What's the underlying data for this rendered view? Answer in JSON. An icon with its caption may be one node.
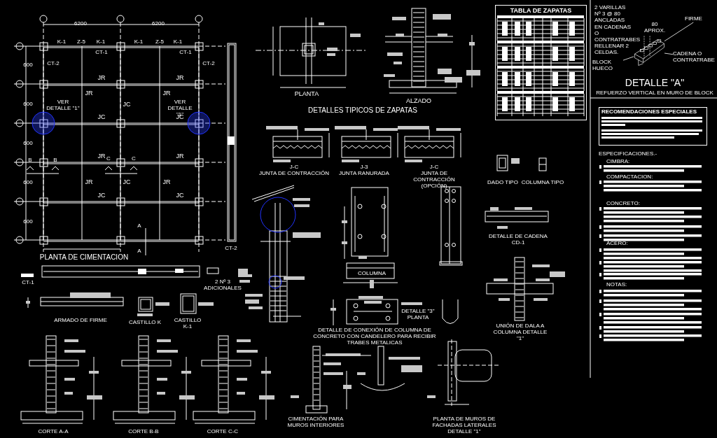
{
  "diagram": {
    "nodes": [
      {
        "text": [
          "TABLA DE ZAPATAS"
        ]
      },
      {
        "text": [],
        "shape": "picture"
      },
      {
        "text": [
          "FIRME"
        ]
      },
      {
        "text": [
          "BLOCK HUECO"
        ]
      },
      {
        "text": [
          "CADENA O CONTRATRABE"
        ]
      },
      {
        "text": [
          "RECOMENDACIONES ESPECIALES"
        ]
      }
    ],
    "edges": [
      {
        "from": 2,
        "to": 1,
        "arrow": "none"
      },
      {
        "from": 3,
        "to": 1,
        "arrow": "none"
      },
      {
        "from": 4,
        "to": 1,
        "arrow": "none"
      }
    ],
    "labels": [
      "6200",
      "6200",
      "600",
      "600",
      "600",
      "600",
      "600",
      "JR",
      "JR",
      "JR",
      "JC",
      "JR",
      "JC",
      "JC",
      "JR",
      "JR",
      "JR",
      "JC",
      "JR",
      "JC",
      "JC",
      "VER DETALLE \"1\"",
      "VER DETALLE \"1\"",
      "B",
      "B",
      "C",
      "C",
      "A",
      "A",
      "K-1",
      "Z-5",
      "K-1",
      "CT-1",
      "K-1",
      "Z-5",
      "K-1",
      "CT-1",
      "CT-2",
      "CT-2",
      "PLANTA DE CIMENTACION",
      "CT-1",
      "CT-2",
      "2 Nº 3 ADICIONALES",
      "PLANTA",
      "ALZADO",
      "DETALLES TIPICOS DE ZAPATAS",
      "J-C",
      "JUNTA DE CONTRACCIÓN",
      "J-3",
      "JUNTA RANURADA",
      "J-C",
      "JUNTA DE CONTRACCIÓN (OPCIÓN)",
      "DADO TIPO",
      "COLUMNA TIPO",
      "COLUMNA",
      "DETALLE \"3\" PLANTA",
      "DETALLE DE CONEXIÓN DE COLUMNA DE CONCRETO CON CANDELERO PARA RECIBIR TRABES METALICAS",
      "DETALLE DE CADENA CD-1",
      "UNIÓN DE DALA A COLUMNA DETALLE \"1\"",
      "CIMENTACIÓN PARA MUROS INTERIORES",
      "PLANTA DE MUROS DE FACHADAS LATERALES DETALLE \"1\"",
      "ARMADO DE FIRME",
      "CASTILLO K",
      "CASTILLO K-1",
      "CORTE A-A",
      "CORTE B-B",
      "CORTE C-C",
      "2 VARILLAS Nº 3 @ 80 ANCLADAS EN CADENAS O CONTRATRABES RELLENAR 2 CELDAS.",
      "80 APROX.",
      "DETALLE \"A\"",
      "REFUERZO VERTICAL EN MURO DE BLOCK",
      "ESPECIFICACIONES.-",
      "CIMBRA:",
      "COMPACTACION:",
      "CONCRETO:",
      "ACERO:",
      "NOTAS:"
    ]
  }
}
